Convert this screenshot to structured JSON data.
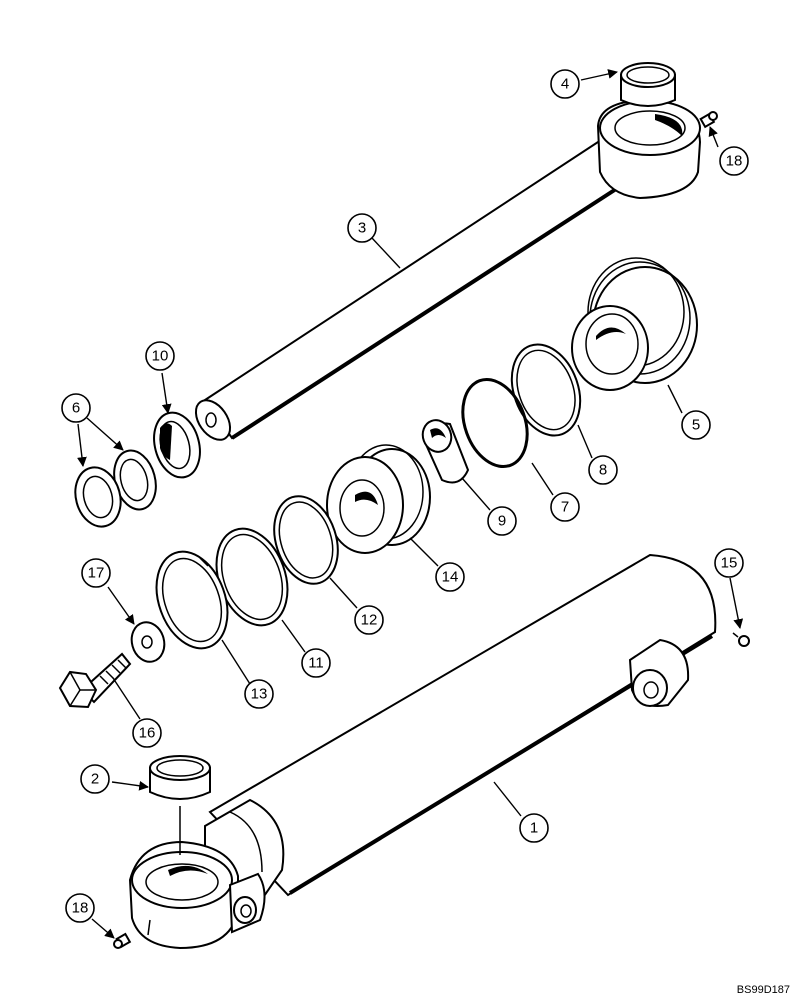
{
  "drawing_code": "BS99D187",
  "callouts": [
    {
      "id": "c1",
      "label": "1"
    },
    {
      "id": "c2",
      "label": "2"
    },
    {
      "id": "c3",
      "label": "3"
    },
    {
      "id": "c4",
      "label": "4"
    },
    {
      "id": "c5",
      "label": "5"
    },
    {
      "id": "c6",
      "label": "6"
    },
    {
      "id": "c7",
      "label": "7"
    },
    {
      "id": "c8",
      "label": "8"
    },
    {
      "id": "c9",
      "label": "9"
    },
    {
      "id": "c10",
      "label": "10"
    },
    {
      "id": "c11",
      "label": "11"
    },
    {
      "id": "c12",
      "label": "12"
    },
    {
      "id": "c13",
      "label": "13"
    },
    {
      "id": "c14",
      "label": "14"
    },
    {
      "id": "c15",
      "label": "15"
    },
    {
      "id": "c16",
      "label": "16"
    },
    {
      "id": "c17",
      "label": "17"
    },
    {
      "id": "c18a",
      "label": "18"
    },
    {
      "id": "c18b",
      "label": "18"
    }
  ]
}
